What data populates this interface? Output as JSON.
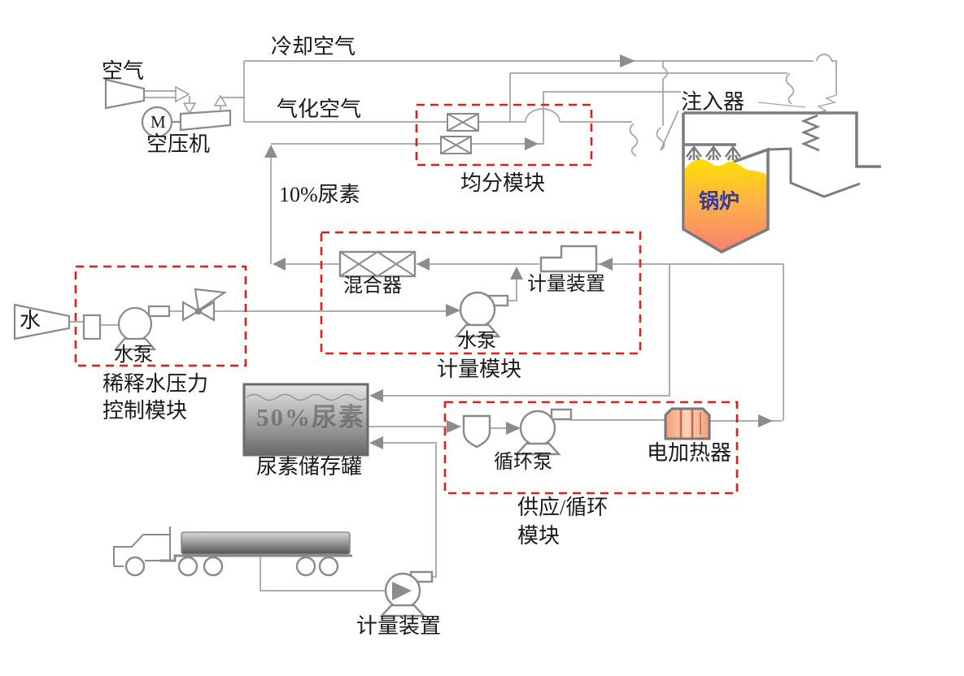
{
  "figure": {
    "type": "process-flow-diagram",
    "subject": "SNCR urea injection system for a boiler"
  },
  "labels": {
    "air": {
      "text": "空气"
    },
    "cooling_air": {
      "text": "冷却空气"
    },
    "gasification_air": {
      "text": "气化空气"
    },
    "air_compressor": {
      "text": "空压机"
    },
    "motor": {
      "text": "M"
    },
    "urea10": {
      "text": "10%尿素"
    },
    "equal_module": {
      "text": "均分模块"
    },
    "injector": {
      "text": "注入器"
    },
    "boiler": {
      "text": "锅炉"
    },
    "mixer": {
      "text": "混合器"
    },
    "metering_device_top": {
      "text": "计量装置"
    },
    "pump_metering": {
      "text": "水泵"
    },
    "metering_module": {
      "text": "计量模块"
    },
    "water": {
      "text": "水"
    },
    "pump_dilution": {
      "text": "水泵"
    },
    "dilution_module_line1": {
      "text": "稀释水压力"
    },
    "dilution_module_line2": {
      "text": "控制模块"
    },
    "urea50": {
      "text": "50%尿素"
    },
    "urea_tank": {
      "text": "尿素储存罐"
    },
    "circulation_pump": {
      "text": "循环泵"
    },
    "electric_heater": {
      "text": "电加热器"
    },
    "supply_module_line1": {
      "text": "供应/循环"
    },
    "supply_module_line2": {
      "text": "模块"
    },
    "metering_device_bottom": {
      "text": "计量装置"
    }
  },
  "colors": {
    "pipe": "#a3a3a3",
    "equipment": "#8a8a8a",
    "arrow_fill": "#8c8c8c",
    "boiler_outline": "#7c7c7c",
    "module_border": "#dc1e1e",
    "boiler_text": "#39399b",
    "flame_top": "#ffe000",
    "flame_mid": "#ffb347",
    "flame_bottom": "#f98070",
    "heater_fill": "#f5b896",
    "heater_stripe": "#c26a4a",
    "tank_light": "#dcdcdc",
    "tank_dark": "#6e6e6e"
  }
}
